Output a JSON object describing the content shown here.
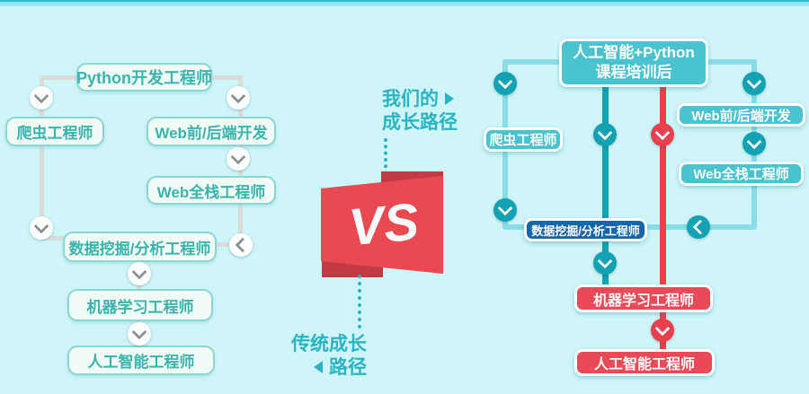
{
  "left_path": {
    "nodes": [
      {
        "id": "python-dev",
        "label": "Python开发工程师"
      },
      {
        "id": "crawler",
        "label": "爬虫工程师"
      },
      {
        "id": "web-front-back",
        "label": "Web前/后端开发"
      },
      {
        "id": "web-fullstack",
        "label": "Web全栈工程师"
      },
      {
        "id": "data-mining",
        "label": "数据挖掘/分析工程师"
      },
      {
        "id": "machine-learning",
        "label": "机器学习工程师"
      },
      {
        "id": "ai-engineer",
        "label": "人工智能工程师"
      }
    ]
  },
  "center": {
    "our_path_line1": "我们的",
    "our_path_line2": "成长路径",
    "vs_label": "VS",
    "trad_path_line1": "传统成长",
    "trad_path_line2": "路径"
  },
  "right_path": {
    "course_box": {
      "line1": "人工智能+Python",
      "line2": "课程培训后"
    },
    "nodes": [
      {
        "id": "crawler",
        "label": "爬虫工程师"
      },
      {
        "id": "web-front-back",
        "label": "Web前/后端开发"
      },
      {
        "id": "web-fullstack",
        "label": "Web全栈工程师"
      },
      {
        "id": "data-mining",
        "label": "数据挖掘/分析工程师"
      },
      {
        "id": "machine-learning",
        "label": "机器学习工程师"
      },
      {
        "id": "ai-engineer",
        "label": "人工智能工程师"
      }
    ]
  },
  "colors": {
    "background": "#cef5f8",
    "top_bar": "#86dfe8",
    "left_box_fill": "#f0fcf5",
    "left_box_border": "#8bd8d2",
    "left_box_text": "#3ab4ac",
    "left_connector": "#dadcdc",
    "center_accent": "#2db4c4",
    "vs_red": "#e94a52",
    "vs_red_dark": "#c23b42",
    "right_frame_line": "#8adde5",
    "right_teal_line": "#13a2b4",
    "right_red_line": "#e8414e",
    "right_teal_box": "#4ac2cf",
    "right_blue_box": "#1566a9",
    "right_red_box": "#e84b55"
  }
}
